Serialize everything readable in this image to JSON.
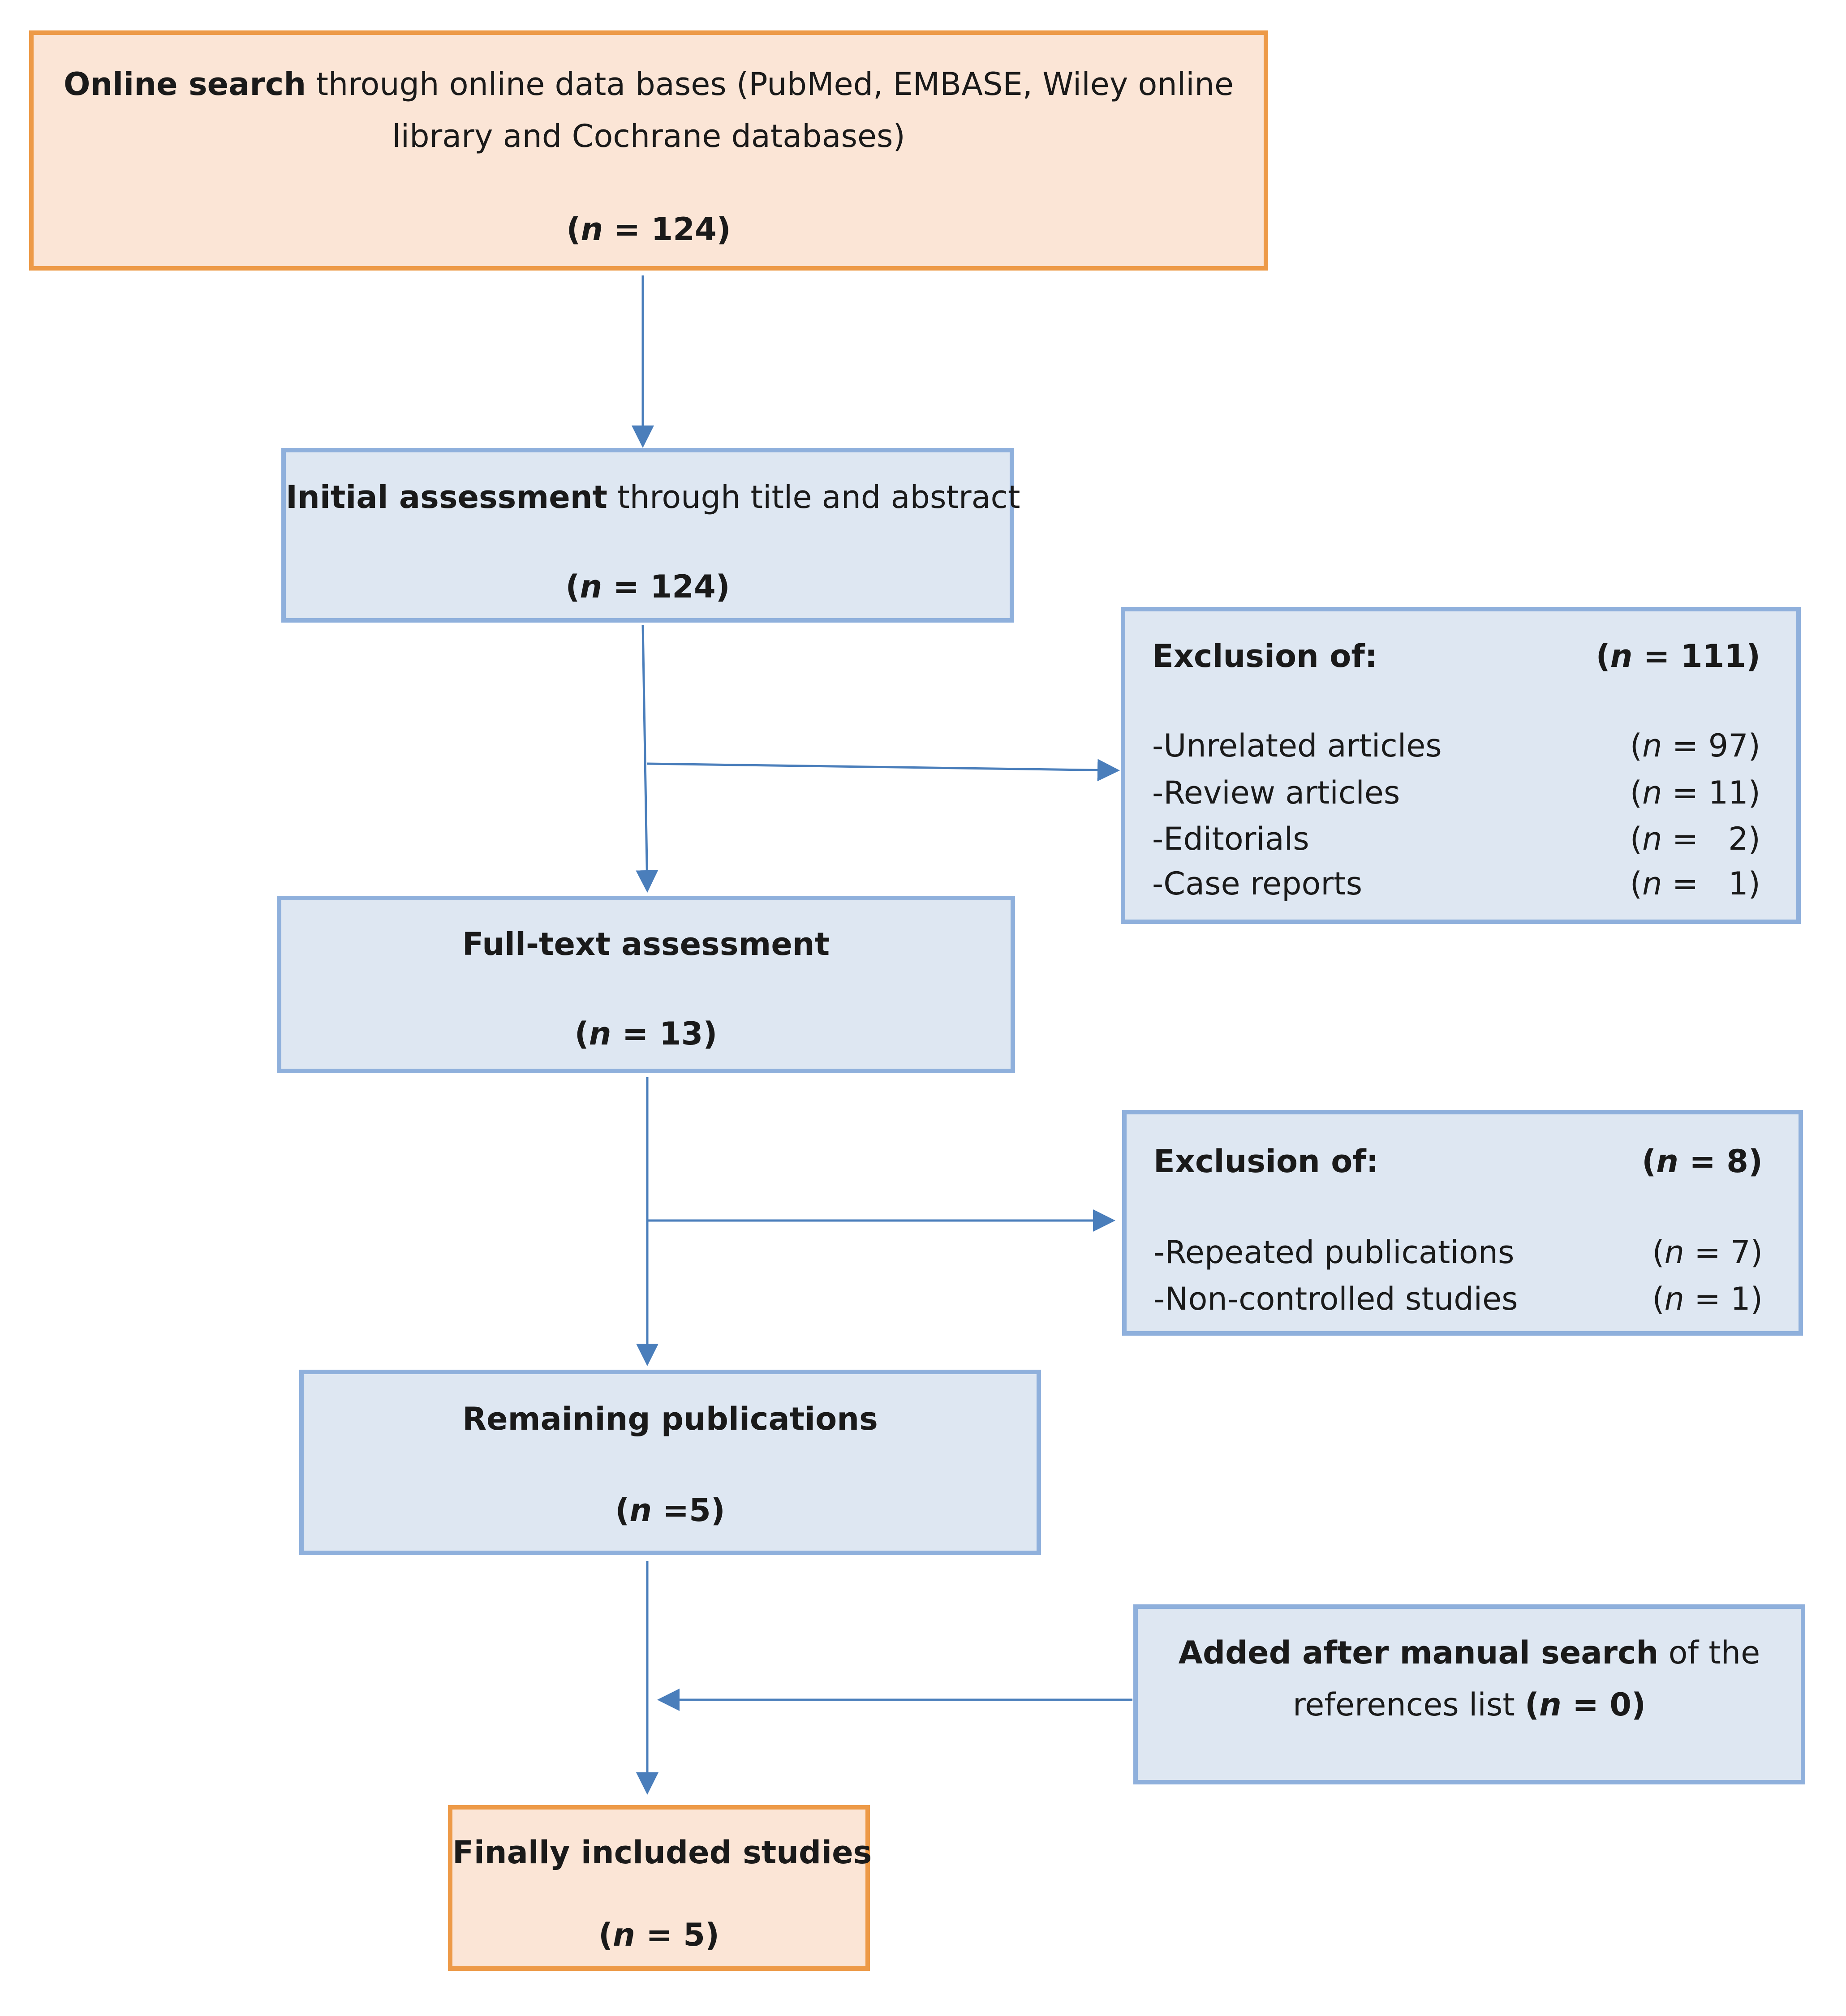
{
  "boxes": {
    "online_search": {
      "bold": "Online search",
      "text1": " through online data bases (PubMed, EMBASE, Wiley online",
      "text2": "library and Cochrane databases)",
      "n_prefix": "(",
      "n_var": "n",
      "n_suffix": " = 124)"
    },
    "initial_assessment": {
      "bold": "Initial assessment",
      "text": " through title and abstract",
      "n_prefix": "(",
      "n_var": "n",
      "n_suffix": " = 124)"
    },
    "exclusion1": {
      "title": "Exclusion of:",
      "total_prefix": "(",
      "total_var": "n",
      "total_suffix": " = 111)",
      "items": [
        {
          "label": "-Unrelated articles",
          "n_prefix": "(",
          "n_var": "n",
          "n_suffix": " = 97)"
        },
        {
          "label": "-Review articles",
          "n_prefix": "(",
          "n_var": "n",
          "n_suffix": " = 11)"
        },
        {
          "label": "-Editorials",
          "n_prefix": "(",
          "n_var": "n",
          "n_suffix": " =   2)"
        },
        {
          "label": "-Case reports",
          "n_prefix": "(",
          "n_var": "n",
          "n_suffix": " =   1)"
        }
      ]
    },
    "full_text": {
      "title": "Full-text assessment",
      "n_prefix": "(",
      "n_var": "n",
      "n_suffix": " = 13)"
    },
    "exclusion2": {
      "title": "Exclusion of:",
      "total_prefix": "(",
      "total_var": "n",
      "total_suffix": " = 8)",
      "items": [
        {
          "label": "-Repeated publications",
          "n_prefix": "(",
          "n_var": "n",
          "n_suffix": " = 7)"
        },
        {
          "label": "-Non-controlled studies",
          "n_prefix": "(",
          "n_var": "n",
          "n_suffix": " = 1)"
        }
      ]
    },
    "remaining": {
      "title": "Remaining publications",
      "n_prefix": "(",
      "n_var": "n",
      "n_suffix": " =5)"
    },
    "manual_search": {
      "bold": "Added after manual search",
      "text1": " of the",
      "text2": "references list ",
      "n_prefix": "(",
      "n_var": "n",
      "n_suffix": " = 0)"
    },
    "final": {
      "title": "Finally included studies",
      "n_prefix": "(",
      "n_var": "n",
      "n_suffix": " = 5)"
    }
  },
  "colors": {
    "orange_fill": "#fbe5d6",
    "orange_border": "#ed9a48",
    "blue_fill": "#dee7f2",
    "blue_border": "#8fb0dc",
    "arrow": "#4a7ebb"
  }
}
